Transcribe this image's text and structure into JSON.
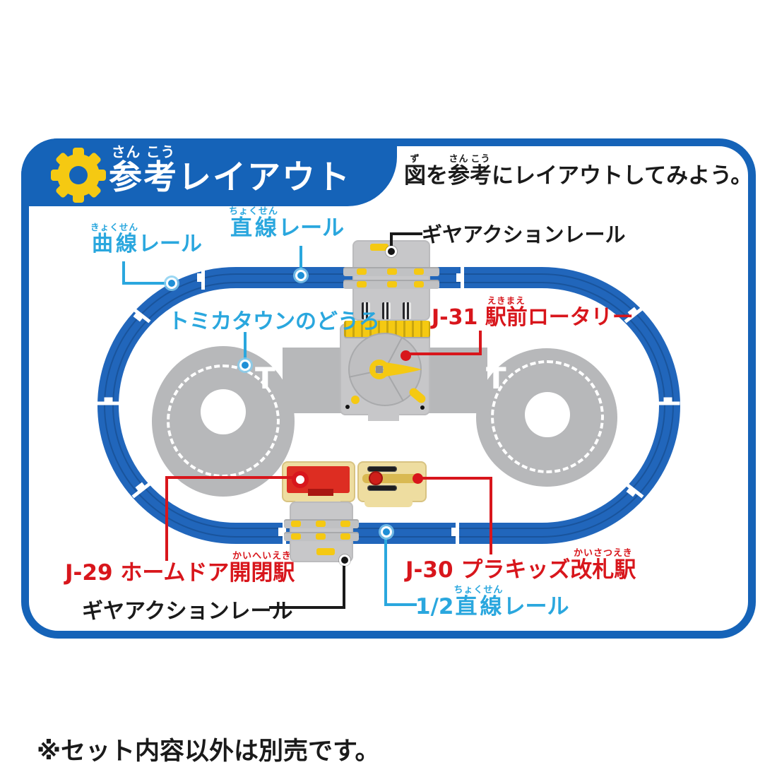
{
  "colors": {
    "card_blue": "#1563b8",
    "track_blue": "#2166bb",
    "label_blue": "#2aa7de",
    "label_red": "#d8161c",
    "road_gray": "#b7b8ba",
    "piece_gray": "#c7c7c9",
    "accent_yellow": "#f5c912",
    "cream": "#eedda0",
    "text_black": "#1a1a1a"
  },
  "header": {
    "title_segments": [
      {
        "t": "参",
        "r": "さん"
      },
      {
        "t": "考",
        "r": "こう"
      },
      {
        "t": "レイアウト"
      }
    ],
    "instruction_segments": [
      {
        "t": "図",
        "r": "ず"
      },
      {
        "t": "を"
      },
      {
        "t": "参",
        "r": "さん"
      },
      {
        "t": "考",
        "r": "こう"
      },
      {
        "t": "にレイアウトしてみよう。"
      }
    ]
  },
  "diagram": {
    "labels": {
      "curve_rail": {
        "segments": [
          {
            "t": "曲線",
            "r": "きょくせん"
          },
          {
            "t": "レール"
          }
        ]
      },
      "straight_rail": {
        "segments": [
          {
            "t": "直線",
            "r": "ちょくせん"
          },
          {
            "t": "レール"
          }
        ]
      },
      "gear_action_rail_top": {
        "segments": [
          {
            "t": "ギヤアクションレール"
          }
        ]
      },
      "tomica_town_road": {
        "segments": [
          {
            "t": "トミカタウンのどうろ"
          }
        ]
      },
      "j31_rotary": {
        "segments": [
          {
            "t": "J-31 "
          },
          {
            "t": "駅前",
            "r": "えきまえ"
          },
          {
            "t": "ロータリー"
          }
        ]
      },
      "j29_station": {
        "segments": [
          {
            "t": "J-29 ホームドア"
          },
          {
            "t": "開閉駅",
            "r": "かいへいえき"
          }
        ]
      },
      "gear_action_rail_bottom": {
        "segments": [
          {
            "t": "ギヤアクションレール"
          }
        ]
      },
      "j30_station": {
        "segments": [
          {
            "t": "J-30 プラキッズ"
          },
          {
            "t": "改札駅",
            "r": "かいさつえき"
          }
        ]
      },
      "half_straight_rail": {
        "segments": [
          {
            "t": "1/2"
          },
          {
            "t": "直線",
            "r": "ちょくせん"
          },
          {
            "t": "レール"
          }
        ]
      },
      "t_road_marking": "T"
    }
  },
  "footnote": "※セット内容以外は別売です。"
}
